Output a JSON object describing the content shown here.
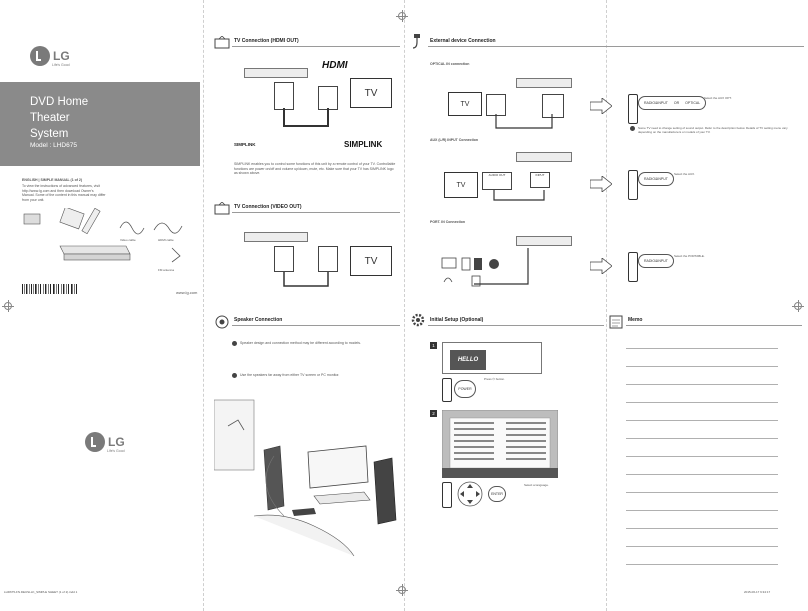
{
  "cover": {
    "brand": "LG",
    "tagline": "Life's Good",
    "title": "DVD Home\nTheater\nSystem",
    "model": "Model : LHD675",
    "manual_header": "ENGLISH | SIMPLE MANUAL (1 of 2)",
    "manual_text": "To view the instructions of advanced features, visit http://www.lg.com and then download Owner's Manual. Some of the content in this manual may differ from your unit.",
    "accessories": [
      "Video cable",
      "HDMI cable",
      "FM antenna"
    ],
    "website": "www.lg.com",
    "back_brand": "LG",
    "back_tagline": "Life's Good"
  },
  "sections": {
    "hdmi": {
      "title": "TV Connection (HDMI OUT)",
      "tv": "TV",
      "hdmi_logo": "HDMI"
    },
    "simplink": {
      "title": "SIMPLINK",
      "logo": "SIMPLINK",
      "text": "SIMPLINK enables you to control some functions of this unit by a remote control of your TV. Controllable functions are power on/off and volume up/down, mute, etc. Make sure that your TV has SIMPLINK logo as shown above."
    },
    "video": {
      "title": "TV Connection (VIDEO OUT)",
      "tv": "TV"
    },
    "speaker": {
      "title": "Speaker Connection",
      "note1": "Speaker design and connection method may be different according to models.",
      "note2": "Use the speakers far away from either TV screen or PC monitor."
    },
    "external": {
      "title": "External device Connection",
      "optical": {
        "label": "OPTICAL IN connection",
        "tv": "TV",
        "radio": "RADIO&INPUT",
        "or": "OR",
        "optical": "OPTICAL",
        "hint": "Select the AUX OPT.",
        "note": "Some TV need to change setting of sound output. Refer to the description below. Details of TV setting menu vary depending on the manufacturers or models of your TV."
      },
      "aux": {
        "label": "AUX (L/R) INPUT Connection",
        "tv": "TV",
        "audio_out": "AUDIO OUT",
        "input": "INPUT",
        "radio": "RADIO&INPUT",
        "hint": "Select the AUX."
      },
      "port": {
        "label": "PORT. IN Connection",
        "radio": "RADIO&INPUT",
        "hint": "Select the PORTABLE."
      }
    },
    "setup": {
      "title": "Initial Setup (Optional)",
      "step1": "1",
      "step2": "2",
      "hello": "HELLO",
      "power": "POWER",
      "press": "Press ⏻ button.",
      "enter": "ENTER",
      "select": "Select a language."
    },
    "memo": {
      "title": "Memo"
    }
  },
  "footer": {
    "left": "LHD675-FN.DEUSLLK_SIMPLE SHEET (1 of 2).indd 1",
    "right": "2015-06-17  9:34:17"
  },
  "colors": {
    "cover_bg": "#8a8a8a",
    "line": "#9a9a9a",
    "text": "#333333"
  }
}
